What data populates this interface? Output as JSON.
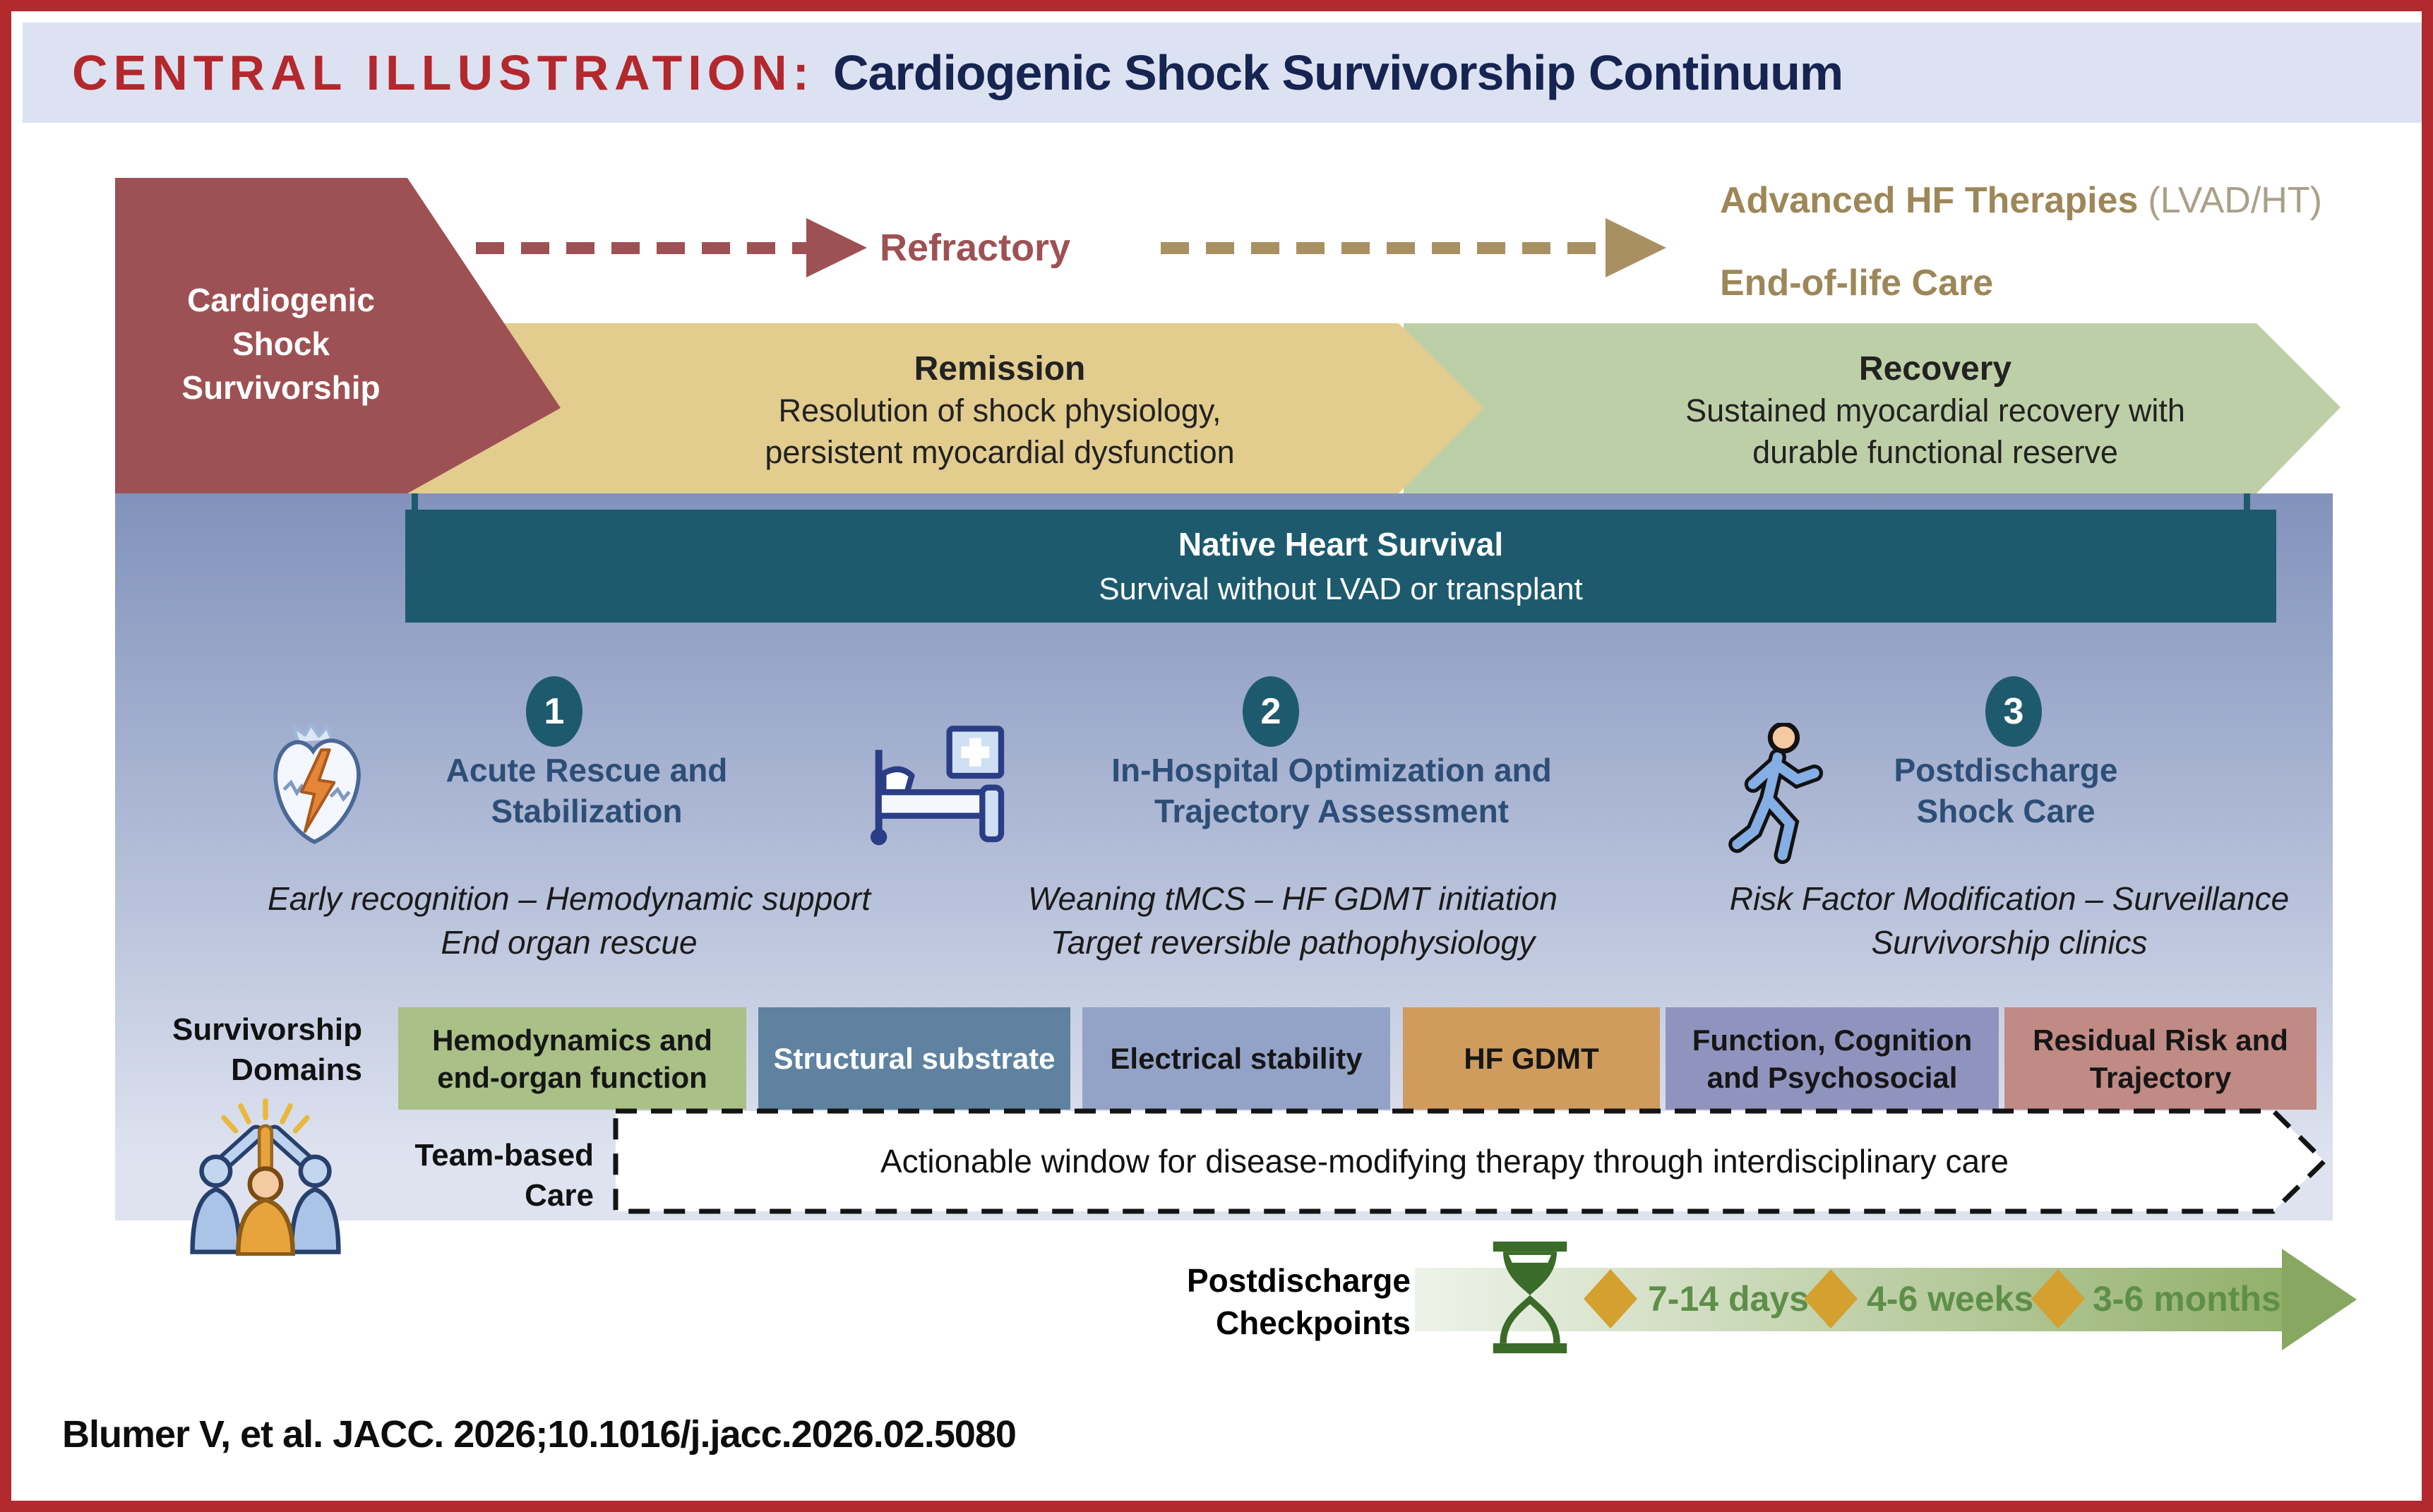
{
  "header": {
    "label": "CENTRAL ILLUSTRATION:",
    "title": "Cardiogenic Shock Survivorship Continuum"
  },
  "palette": {
    "frame_red": "#b2292e",
    "header_bg": "#dce2f1",
    "label_red": "#b3282d",
    "title_navy": "#152450",
    "maroon": "#9e5154",
    "tan_band": "#e2cc8e",
    "green_band": "#bdcfa7",
    "teal": "#1d5a6e",
    "panel_top": "#8292bc",
    "panel_bottom": "#dfe3f0",
    "bronze_text": "#9d8758",
    "diamond_gold": "#d4a02f",
    "checkpoint_green": "#5e8f49",
    "phase_navy": "#2d4e76"
  },
  "flow": {
    "shock_chevron": {
      "line1": "Cardiogenic",
      "line2": "Shock",
      "line3": "Survivorship"
    },
    "refractory_label": "Refractory",
    "advanced_hf_bold": "Advanced HF Therapies",
    "advanced_hf_normal": "(LVAD/HT)",
    "end_of_life": "End-of-life Care",
    "remission": {
      "title": "Remission",
      "line1": "Resolution of shock physiology,",
      "line2": "persistent myocardial dysfunction"
    },
    "recovery": {
      "title": "Recovery",
      "line1": "Sustained myocardial recovery with",
      "line2": "durable functional reserve"
    }
  },
  "native_heart": {
    "title": "Native Heart Survival",
    "subtitle": "Survival without LVAD or transplant"
  },
  "phases": [
    {
      "num": "1",
      "title1": "Acute Rescue and",
      "title2": "Stabilization",
      "sub1": "Early recognition – Hemodynamic support",
      "sub2": "End organ rescue",
      "icon": "heart-shock-icon"
    },
    {
      "num": "2",
      "title1": "In-Hospital Optimization and",
      "title2": "Trajectory Assessment",
      "sub1": "Weaning tMCS – HF GDMT initiation",
      "sub2": "Target reversible pathophysiology",
      "icon": "hospital-bed-icon"
    },
    {
      "num": "3",
      "title1": "Postdischarge",
      "title2": "Shock Care",
      "sub1": "Risk Factor Modification – Surveillance",
      "sub2": "Survivorship clinics",
      "icon": "walking-person-icon"
    }
  ],
  "domains": {
    "label1": "Survivorship",
    "label2": "Domains",
    "items": [
      {
        "text": "Hemodynamics and end-organ function",
        "bg": "#a9c087",
        "fg": "#161616"
      },
      {
        "text": "Structural substrate",
        "bg": "#5e82a0",
        "fg": "#ffffff"
      },
      {
        "text": "Electrical stability",
        "bg": "#93a3c8",
        "fg": "#161616"
      },
      {
        "text": "HF GDMT",
        "bg": "#cf9c5e",
        "fg": "#161616"
      },
      {
        "text": "Function, Cognition and Psychosocial",
        "bg": "#9193bf",
        "fg": "#161616"
      },
      {
        "text": "Residual Risk and Trajectory",
        "bg": "#c08a85",
        "fg": "#161616"
      }
    ]
  },
  "team": {
    "label1": "Team-based",
    "label2": "Care",
    "icon": "team-care-icon",
    "window_text": "Actionable window for disease-modifying therapy through interdisciplinary care"
  },
  "checkpoints": {
    "label1": "Postdischarge",
    "label2": "Checkpoints",
    "icon": "hourglass-icon",
    "items": [
      "7-14 days",
      "4-6 weeks",
      "3-6 months"
    ]
  },
  "citation": "Blumer V, et al. JACC. 2026;10.1016/j.jacc.2026.02.5080"
}
